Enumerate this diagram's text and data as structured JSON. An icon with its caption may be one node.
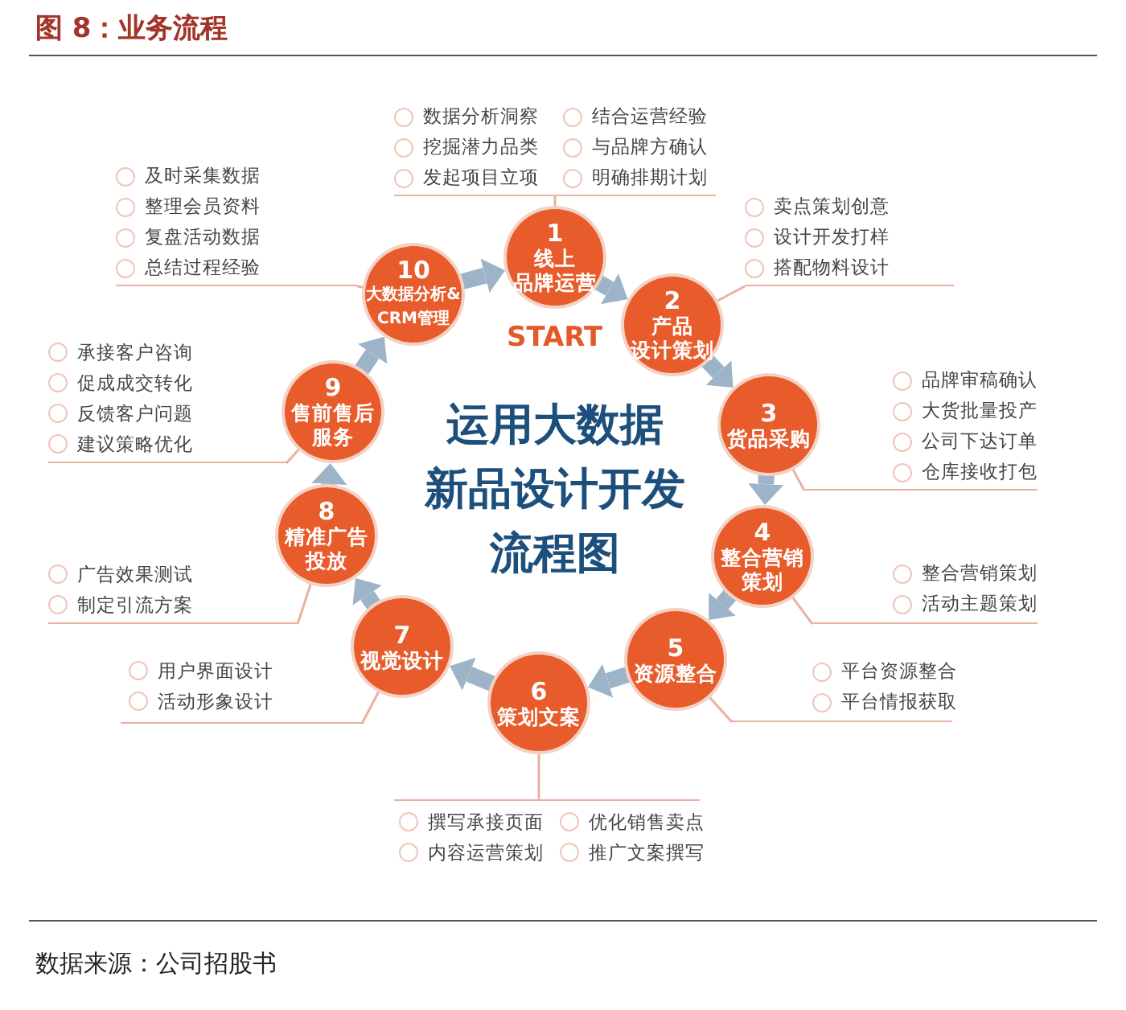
{
  "diagram": {
    "title": "图 8：业务流程",
    "caption": "数据来源：公司招股书",
    "nodes": [
      {
        "text": [
          "1",
          "线上品牌运营"
        ],
        "beside": [
          "START"
        ]
      },
      {
        "text": [
          "2",
          "产品设计策划"
        ]
      },
      {
        "text": [
          "3",
          "货品采购"
        ]
      },
      {
        "text": [
          "4",
          "整合营销策划"
        ]
      },
      {
        "text": [
          "5",
          "资源整合"
        ]
      },
      {
        "text": [
          "6",
          "策划文案"
        ]
      },
      {
        "text": [
          "7",
          "视觉设计"
        ]
      },
      {
        "text": [
          "8",
          "精准广告投放"
        ]
      },
      {
        "text": [
          "9",
          "售前售后服务"
        ]
      },
      {
        "text": [
          "10",
          "大数据分析&CRM管理"
        ]
      },
      {
        "text": [
          "数据分析洞察",
          "挖掘潜力品类",
          "发起项目立项",
          "结合运营经验",
          "与品牌方确认",
          "明确排期计划"
        ]
      },
      {
        "text": [
          "卖点策划创意",
          "设计开发打样",
          "搭配物料设计"
        ]
      },
      {
        "text": [
          "品牌审稿确认",
          "大货批量投产",
          "公司下达订单",
          "仓库接收打包"
        ]
      },
      {
        "text": [
          "整合营销策划",
          "活动主题策划"
        ]
      },
      {
        "text": [
          "平台资源整合",
          "平台情报获取"
        ]
      },
      {
        "text": [
          "撰写承接页面",
          "内容运营策划",
          "优化销售卖点",
          "推广文案撰写"
        ]
      },
      {
        "text": [
          "用户界面设计",
          "活动形象设计"
        ]
      },
      {
        "text": [
          "广告效果测试",
          "制定引流方案"
        ]
      },
      {
        "text": [
          "承接客户咨询",
          "促成成交转化",
          "反馈客户问题",
          "建议策略优化"
        ]
      },
      {
        "text": [
          "及时采集数据",
          "整理会员资料",
          "复盘活动数据",
          "总结过程经验"
        ]
      }
    ],
    "edges": [
      {
        "from": 0,
        "to": 1,
        "arrow": "to",
        "style": "thick"
      },
      {
        "from": 1,
        "to": 2,
        "arrow": "to",
        "style": "thick"
      },
      {
        "from": 2,
        "to": 3,
        "arrow": "to",
        "style": "thick"
      },
      {
        "from": 3,
        "to": 4,
        "arrow": "to",
        "style": "thick"
      },
      {
        "from": 4,
        "to": 5,
        "arrow": "to",
        "style": "thick"
      },
      {
        "from": 5,
        "to": 6,
        "arrow": "to",
        "style": "thick"
      },
      {
        "from": 6,
        "to": 7,
        "arrow": "to",
        "style": "thick"
      },
      {
        "from": 7,
        "to": 8,
        "arrow": "to",
        "style": "thick"
      },
      {
        "from": 8,
        "to": 9,
        "arrow": "to",
        "style": "thick"
      },
      {
        "from": 9,
        "to": 0,
        "arrow": "to",
        "style": "thick"
      },
      {
        "from": 10,
        "to": 0,
        "arrow": "none"
      },
      {
        "from": 11,
        "to": 1,
        "arrow": "none"
      },
      {
        "from": 12,
        "to": 2,
        "arrow": "none"
      },
      {
        "from": 13,
        "to": 3,
        "arrow": "none"
      },
      {
        "from": 14,
        "to": 4,
        "arrow": "none"
      },
      {
        "from": 15,
        "to": 5,
        "arrow": "none"
      },
      {
        "from": 16,
        "to": 6,
        "arrow": "none"
      },
      {
        "from": 17,
        "to": 7,
        "arrow": "none"
      },
      {
        "from": 18,
        "to": 8,
        "arrow": "none"
      },
      {
        "from": 19,
        "to": 9,
        "arrow": "none"
      }
    ],
    "labels": [
      "运用大数据新品设计开发流程图"
    ]
  }
}
